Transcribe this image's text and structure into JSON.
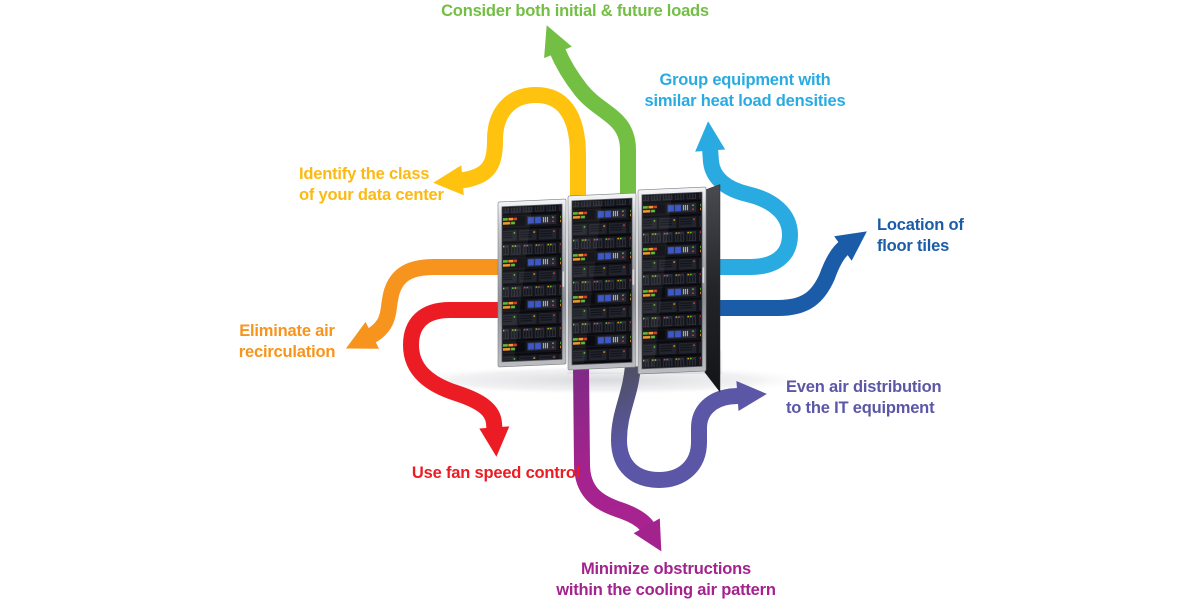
{
  "figure": {
    "background": "#ffffff"
  },
  "illustration": {
    "name": "server-rack-cluster",
    "rack_count": 3
  },
  "callouts": {
    "initial_loads": {
      "text": "Consider both initial & future loads",
      "color": "#72BF44",
      "arrow_direction": "up"
    },
    "group_equipment": {
      "text": "Group equipment with\nsimilar heat load densities",
      "color": "#29ABE2",
      "arrow_direction": "up"
    },
    "identify_class": {
      "text": "Identify the class\nof your data center",
      "color": "#FDB913",
      "arrow_direction": "left"
    },
    "floor_tiles": {
      "text": "Location of\nfloor tiles",
      "color": "#1B5CA8",
      "arrow_direction": "right"
    },
    "eliminate_recirculation": {
      "text": "Eliminate air\nrecirculation",
      "color": "#F7941E",
      "arrow_direction": "down-left"
    },
    "fan_speed": {
      "text": "Use fan speed control",
      "color": "#EC1C24",
      "arrow_direction": "down"
    },
    "air_distribution": {
      "text": "Even air distribution\nto the IT equipment",
      "color": "#5B57A6",
      "arrow_direction": "right"
    },
    "minimize_obstructions": {
      "text": "Minimize obstructions\nwithin the cooling air pattern",
      "color": "#A3238E",
      "arrow_direction": "down"
    }
  }
}
